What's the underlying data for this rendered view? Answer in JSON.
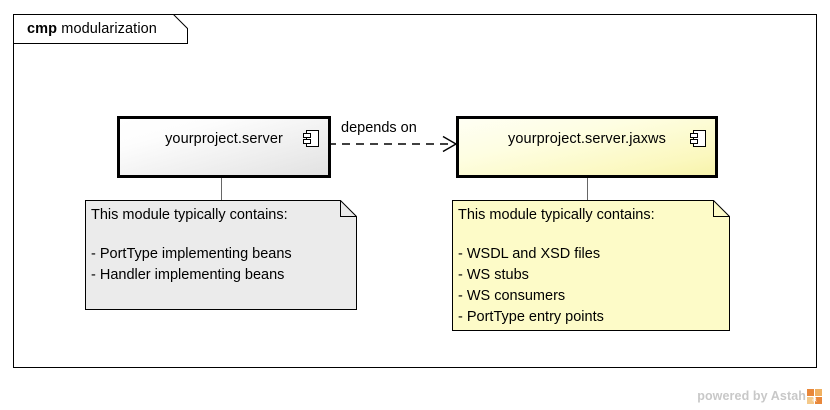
{
  "frame": {
    "keyword": "cmp",
    "name": "modularization"
  },
  "components": [
    {
      "id": "server",
      "name": "yourproject.server",
      "icon": "component-icon",
      "fill": "#eeeeee"
    },
    {
      "id": "server-jaxws",
      "name": "yourproject.server.jaxws",
      "icon": "component-icon",
      "fill": "#fbf8bf"
    }
  ],
  "dependency": {
    "label": "depends on",
    "from": "yourproject.server",
    "to": "yourproject.server.jaxws",
    "style": "dashed-arrow"
  },
  "notes": [
    {
      "id": "server",
      "heading": "This module typically contains:",
      "items": [
        "- PortType implementing beans",
        "- Handler implementing beans"
      ],
      "fill": "#ebebeb"
    },
    {
      "id": "server-jaxws",
      "heading": "This module typically contains:",
      "items": [
        "- WSDL and XSD files",
        "- WS stubs",
        "- WS consumers",
        "- PortType entry points"
      ],
      "fill": "#fdfbc8"
    }
  ],
  "watermark": {
    "text": "powered by Astah",
    "logo": "astah-logo-icon"
  }
}
